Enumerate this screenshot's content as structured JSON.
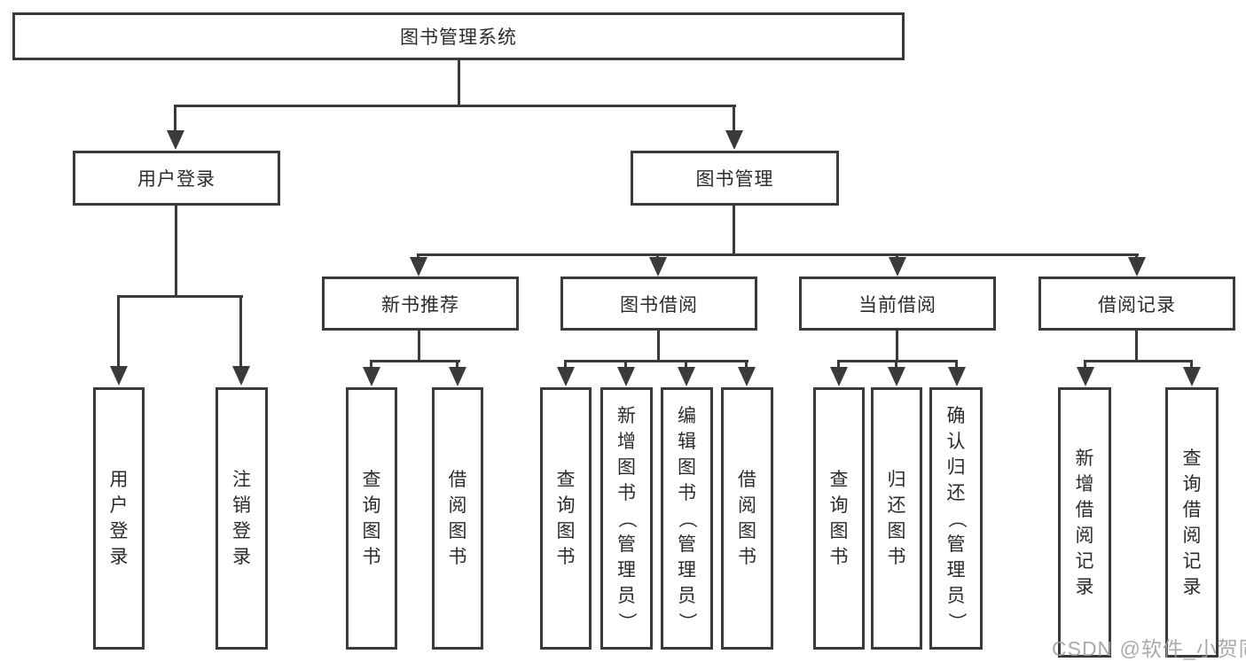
{
  "nodes": {
    "root": "图书管理系统",
    "user_login": "用户登录",
    "book_mgmt": "图书管理",
    "new_book_rec": "新书推荐",
    "book_borrow": "图书借阅",
    "current_borrow": "当前借阅",
    "borrow_record": "借阅记录",
    "leaf_user_login": "用户登录",
    "leaf_logout": "注销登录",
    "leaf_nb_query": "查询图书",
    "leaf_nb_borrow": "借阅图书",
    "leaf_bb_query": "查询图书",
    "leaf_bb_add": "新增图书（管理员）",
    "leaf_bb_edit": "编辑图书（管理员）",
    "leaf_bb_borrow": "借阅图书",
    "leaf_cb_query": "查询图书",
    "leaf_cb_return": "归还图书",
    "leaf_cb_confirm": "确认归还（管理员）",
    "leaf_br_add": "新增借阅记录",
    "leaf_br_query": "查询借阅记录"
  },
  "watermark": "CSDN @软件_小贺同学",
  "colors": {
    "line": "#3a3a3a",
    "text": "#2b2b2b",
    "background": "#ffffff",
    "watermark": "#9e9e9e"
  }
}
